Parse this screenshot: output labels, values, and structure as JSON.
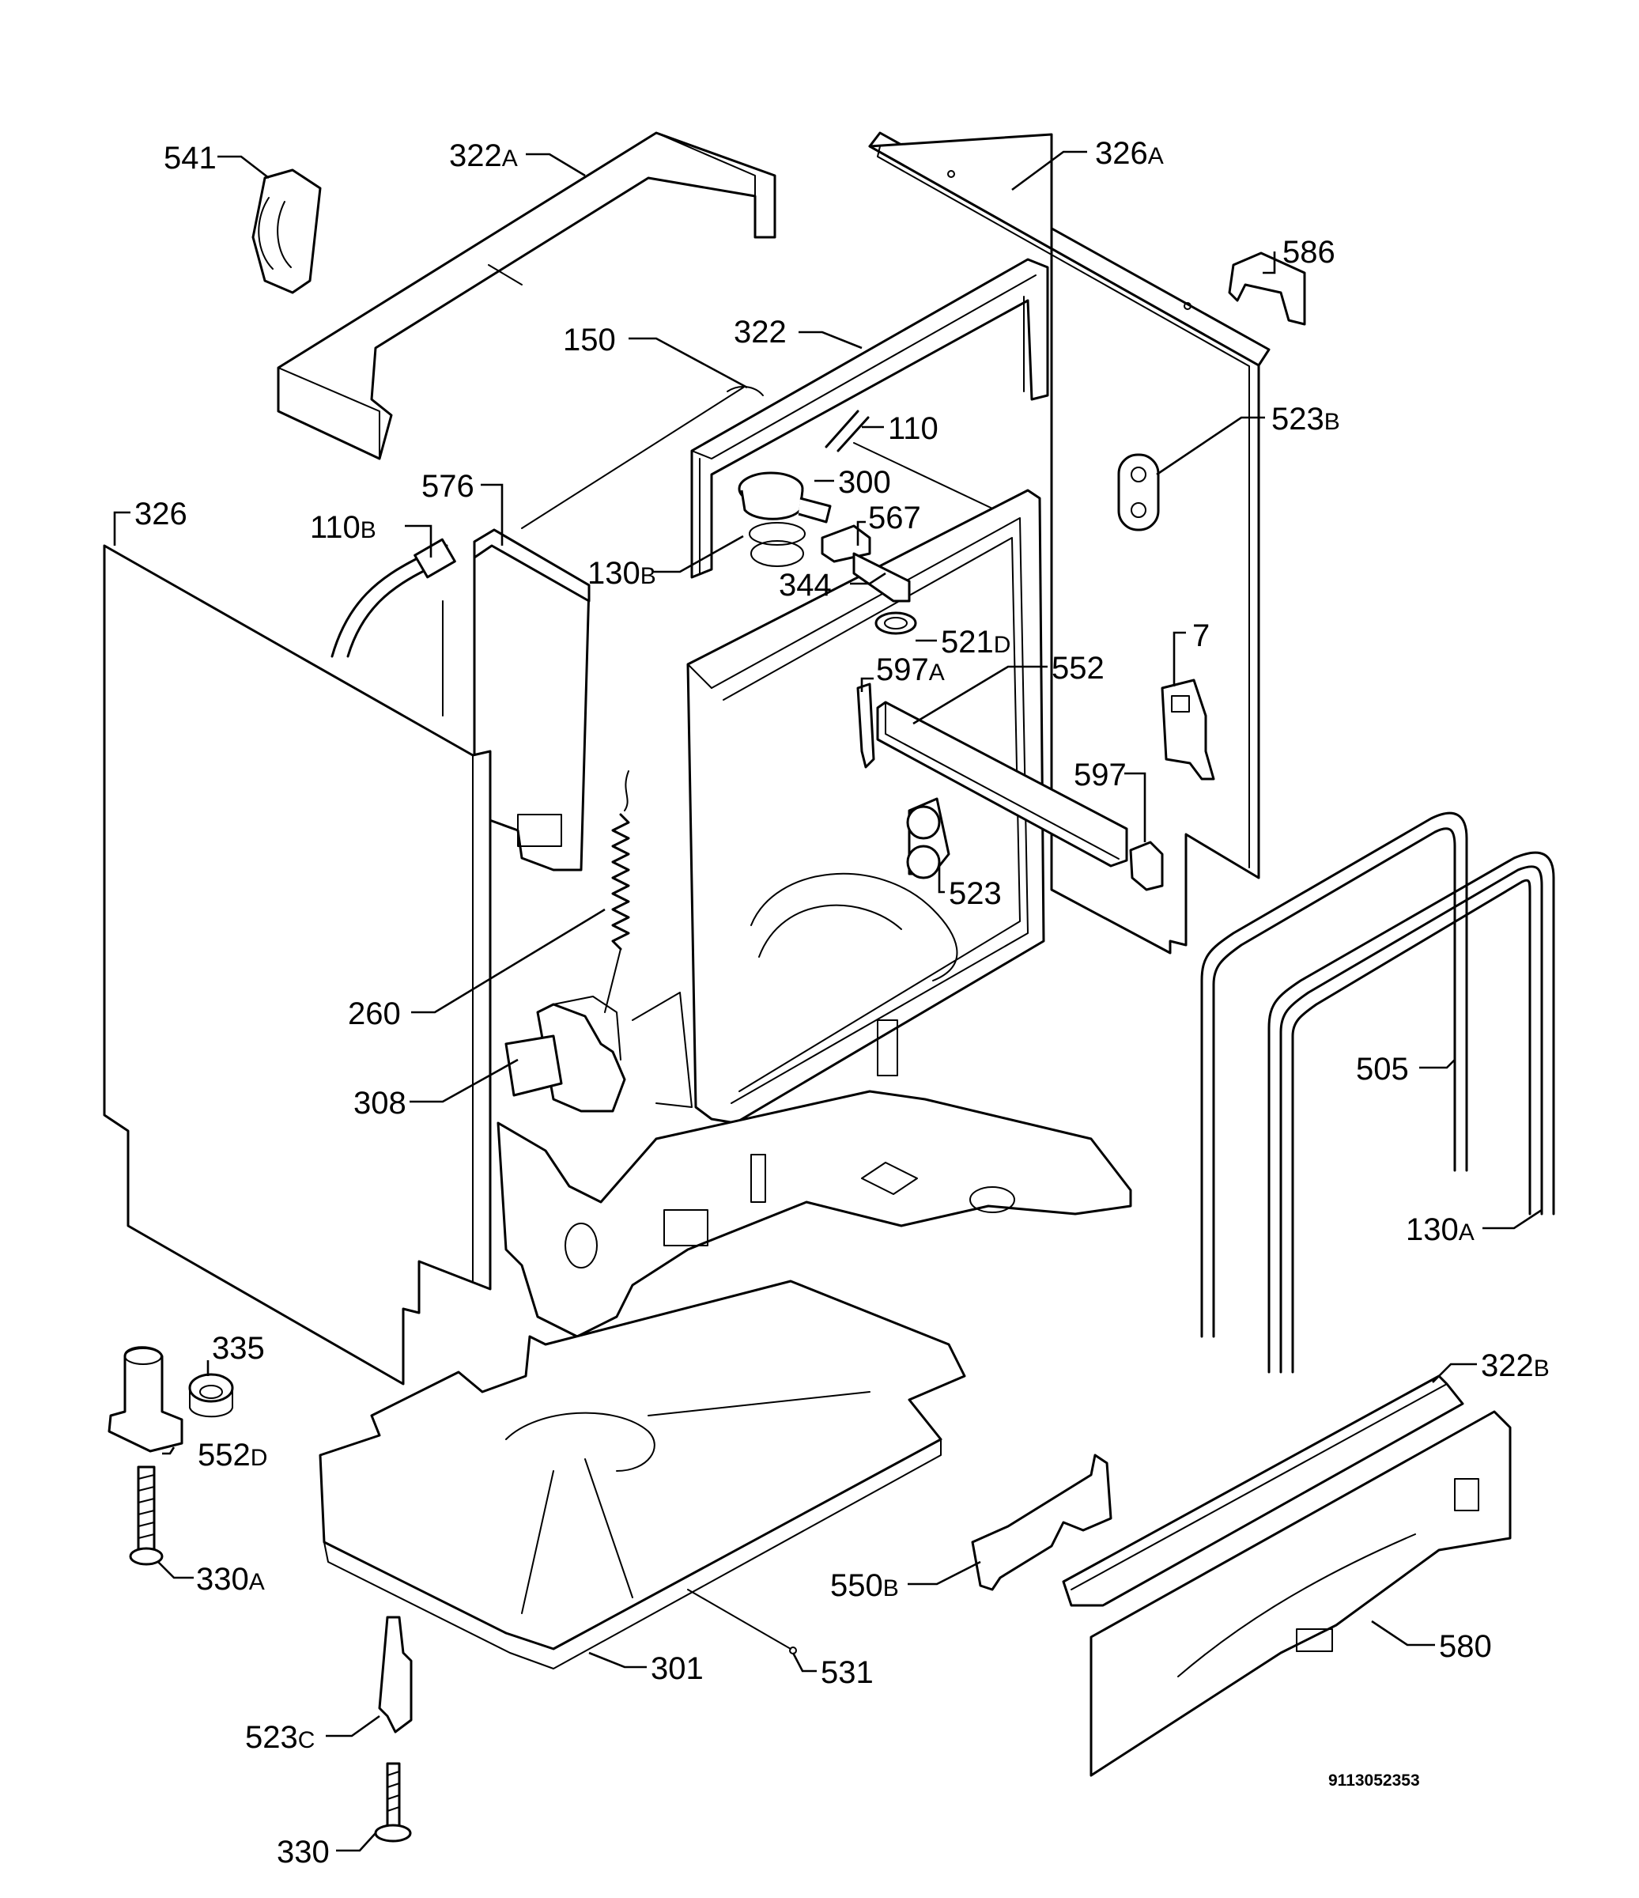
{
  "document_number": "9113052353",
  "callouts": [
    {
      "id": "541",
      "num": "541",
      "suffix": ""
    },
    {
      "id": "322A",
      "num": "322",
      "suffix": "A"
    },
    {
      "id": "326A",
      "num": "326",
      "suffix": "A"
    },
    {
      "id": "586",
      "num": "586",
      "suffix": ""
    },
    {
      "id": "150",
      "num": "150",
      "suffix": ""
    },
    {
      "id": "322",
      "num": "322",
      "suffix": ""
    },
    {
      "id": "110",
      "num": "110",
      "suffix": ""
    },
    {
      "id": "523B",
      "num": "523",
      "suffix": "B"
    },
    {
      "id": "326",
      "num": "326",
      "suffix": ""
    },
    {
      "id": "576",
      "num": "576",
      "suffix": ""
    },
    {
      "id": "300",
      "num": "300",
      "suffix": ""
    },
    {
      "id": "110B",
      "num": "110",
      "suffix": "B"
    },
    {
      "id": "567",
      "num": "567",
      "suffix": ""
    },
    {
      "id": "130B",
      "num": "130",
      "suffix": "B"
    },
    {
      "id": "344",
      "num": "344",
      "suffix": ""
    },
    {
      "id": "521D",
      "num": "521",
      "suffix": "D"
    },
    {
      "id": "7",
      "num": "7",
      "suffix": ""
    },
    {
      "id": "597A",
      "num": "597",
      "suffix": "A"
    },
    {
      "id": "552",
      "num": "552",
      "suffix": ""
    },
    {
      "id": "597",
      "num": "597",
      "suffix": ""
    },
    {
      "id": "523",
      "num": "523",
      "suffix": ""
    },
    {
      "id": "260",
      "num": "260",
      "suffix": ""
    },
    {
      "id": "505",
      "num": "505",
      "suffix": ""
    },
    {
      "id": "308",
      "num": "308",
      "suffix": ""
    },
    {
      "id": "130A",
      "num": "130",
      "suffix": "A"
    },
    {
      "id": "335",
      "num": "335",
      "suffix": ""
    },
    {
      "id": "322B",
      "num": "322",
      "suffix": "B"
    },
    {
      "id": "552D",
      "num": "552",
      "suffix": "D"
    },
    {
      "id": "330A",
      "num": "330",
      "suffix": "A"
    },
    {
      "id": "550B",
      "num": "550",
      "suffix": "B"
    },
    {
      "id": "580",
      "num": "580",
      "suffix": ""
    },
    {
      "id": "301",
      "num": "301",
      "suffix": ""
    },
    {
      "id": "531",
      "num": "531",
      "suffix": ""
    },
    {
      "id": "523C",
      "num": "523",
      "suffix": "C"
    },
    {
      "id": "330",
      "num": "330",
      "suffix": ""
    }
  ]
}
